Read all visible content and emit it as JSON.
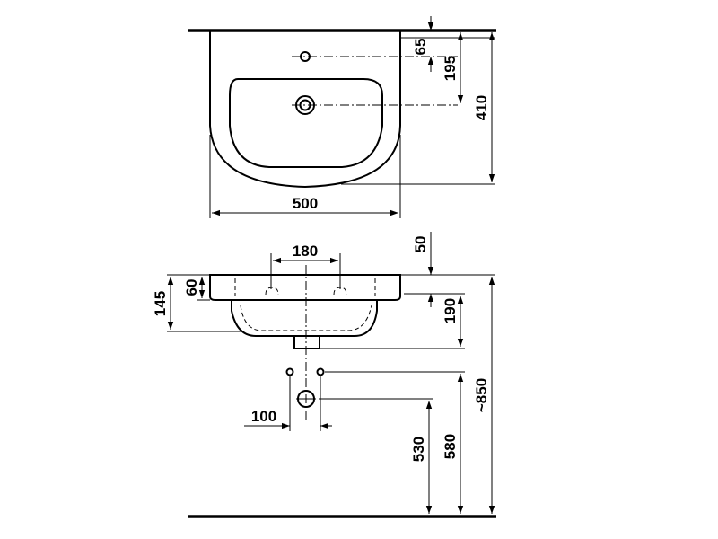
{
  "top_view": {
    "width_label": "500",
    "depth_label": "410",
    "tap_hole_offset_label": "65",
    "drain_offset_label": "195"
  },
  "front_view": {
    "tap_spacing_label": "180",
    "rim_above_label": "50",
    "rim_thickness_label": "60",
    "bowl_depth_label": "145",
    "basin_height_label": "190",
    "overall_height_label": "~850",
    "waste_spacing_label": "100",
    "waste_height_label": "530",
    "supply_height_label": "580"
  }
}
